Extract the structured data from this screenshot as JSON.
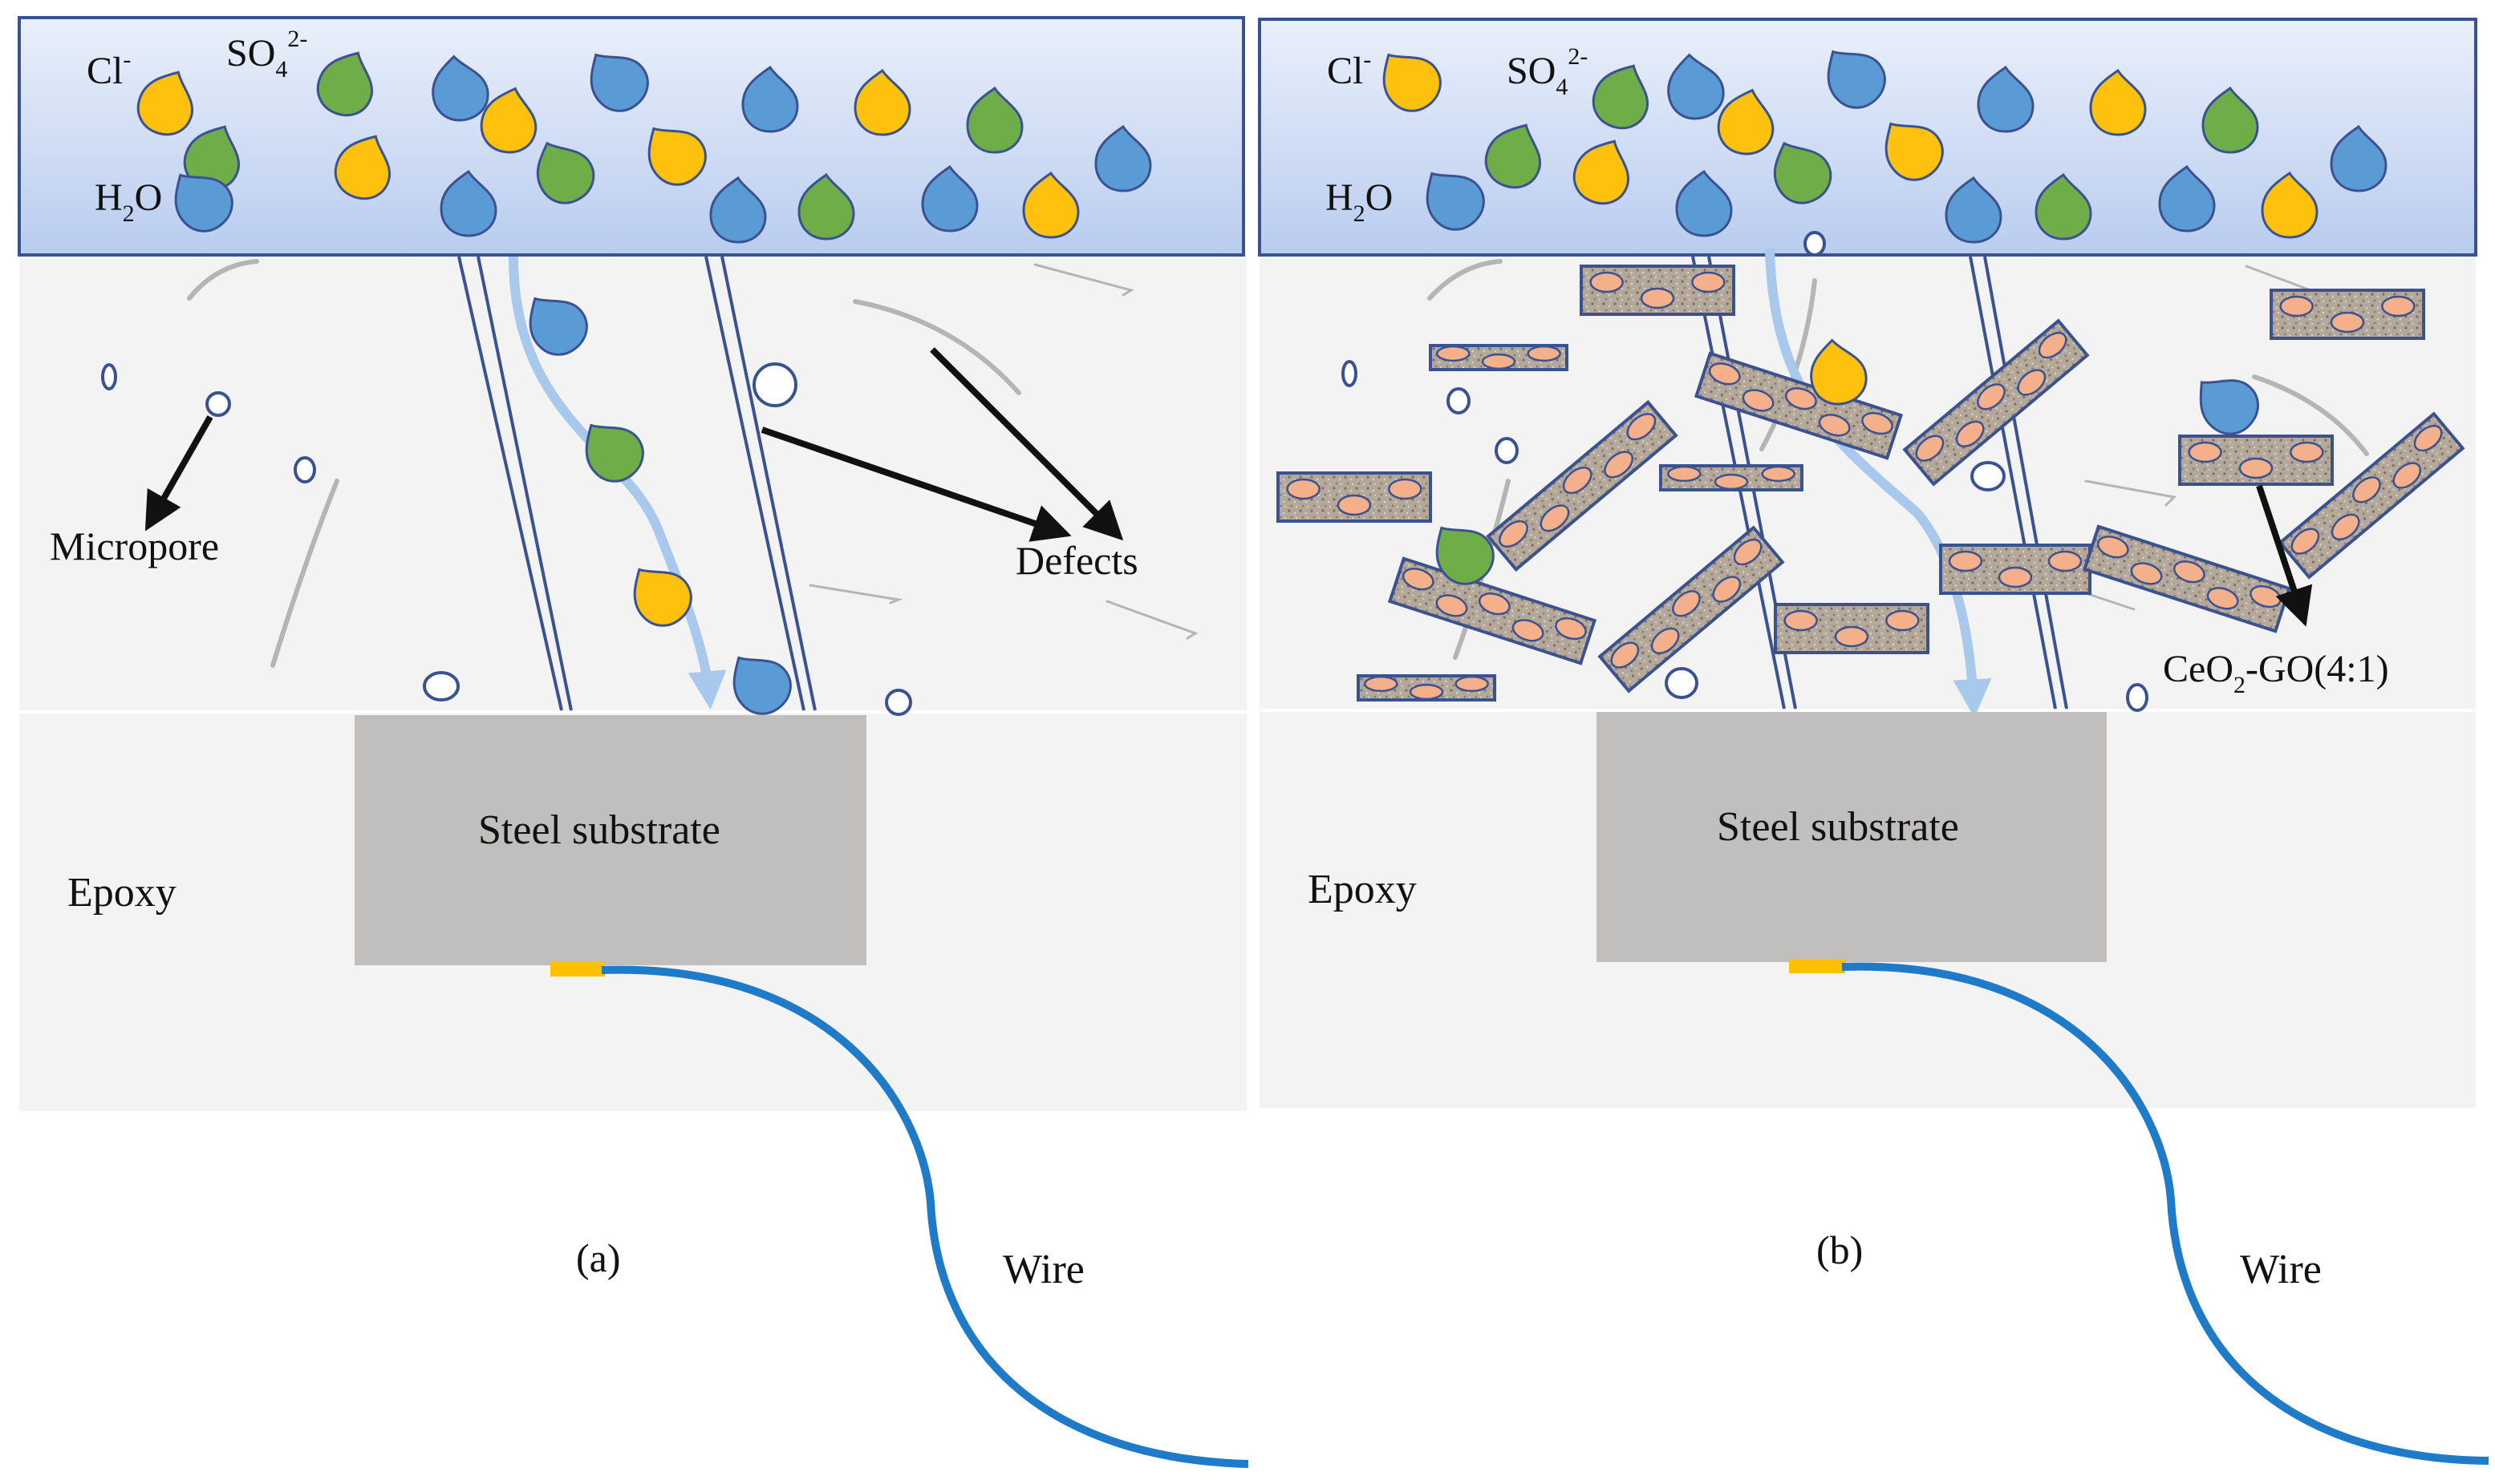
{
  "panels": {
    "a": {
      "tag": "(a)",
      "ion_cl": "Cl",
      "ion_cl_charge": "-",
      "ion_so4": "SO",
      "ion_so4_sub": "4",
      "ion_so4_charge": "2-",
      "ion_h2o_h": "H",
      "ion_h2o_sub": "2",
      "ion_h2o_o": "O",
      "micropore_label": "Micropore",
      "defects_label": "Defects",
      "substrate_label": "Steel substrate",
      "epoxy_label": "Epoxy",
      "wire_label": "Wire"
    },
    "b": {
      "tag": "(b)",
      "ion_cl": "Cl",
      "ion_cl_charge": "-",
      "ion_so4": "SO",
      "ion_so4_sub": "4",
      "ion_so4_charge": "2-",
      "ion_h2o_h": "H",
      "ion_h2o_sub": "2",
      "ion_h2o_o": "O",
      "filler_label_a": "CeO",
      "filler_label_sub": "2",
      "filler_label_b": "-GO(4:1)",
      "substrate_label": "Steel substrate",
      "epoxy_label": "Epoxy",
      "wire_label": "Wire"
    }
  },
  "colors": {
    "solution_top": "#eaf0fb",
    "solution_bottom": "#b9ccef",
    "solution_border": "#3b5291",
    "coating": "#f3f3f3",
    "epoxy": "#f3f3f3",
    "substrate": "#c0bfbe",
    "cl_ion": "#fec10e",
    "so4_ion": "#6fad48",
    "h2o_ion": "#5b9bd5",
    "wire": "#1f7bc8",
    "wire_tab": "#ffc000",
    "flow_arrow": "#a8c9ec",
    "filler_body": "#b4a89a",
    "filler_border": "#3b5291",
    "filler_dot": "#f4b08a"
  }
}
